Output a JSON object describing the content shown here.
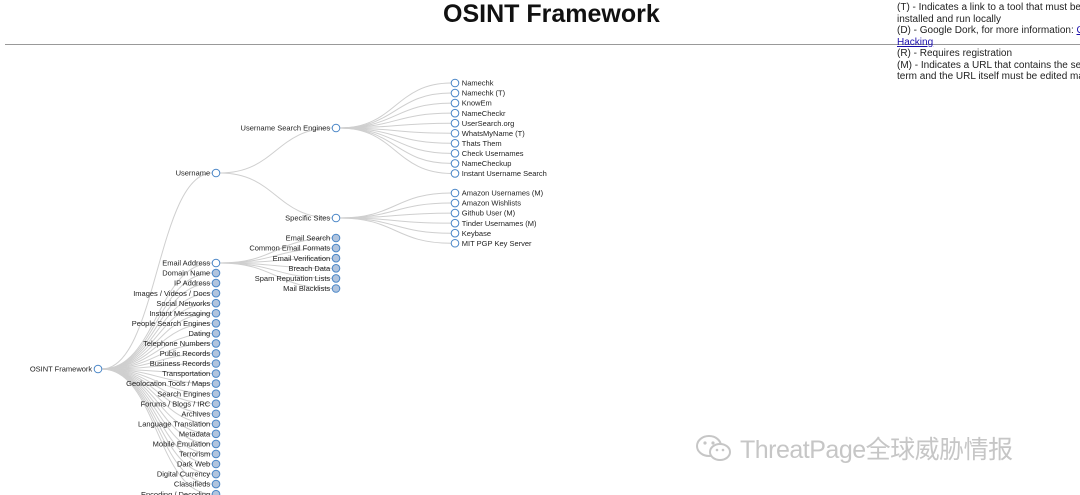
{
  "header": {
    "title": "OSINT Framework"
  },
  "legend": {
    "line1": "(T) - Indicates a link to a tool that must be",
    "line2": "installed and run locally",
    "line3_text": "(D) - Google Dork, for more information: ",
    "line3_link": "G",
    "line4_link": "Hacking",
    "line5": "(R) - Requires registration",
    "line6": "(M) - Indicates a URL that contains the se",
    "line7": "term and the URL itself must be edited ma"
  },
  "watermark": {
    "text": "ThreatPage全球威胁情报",
    "icon": "wechat-icon"
  },
  "colors": {
    "node_stroke": "#4a86c7",
    "collapsed_fill": "#b0c4de",
    "link": "#cfcfcf"
  },
  "tree": {
    "root": "OSINT Framework",
    "level1": [
      "Username",
      "Email Address",
      "Domain Name",
      "IP Address",
      "Images / Videos / Docs",
      "Social Networks",
      "Instant Messaging",
      "People Search Engines",
      "Dating",
      "Telephone Numbers",
      "Public Records",
      "Business Records",
      "Transportation",
      "Geolocation Tools / Maps",
      "Search Engines",
      "Forums / Blogs / IRC",
      "Archives",
      "Language Translation",
      "Metadata",
      "Mobile Emulation",
      "Terrorism",
      "Dark Web",
      "Digital Currency",
      "Classifieds",
      "Encoding / Decoding"
    ],
    "username_children": [
      "Username Search Engines",
      "Specific Sites"
    ],
    "username_search_engines": [
      "Namechk",
      "Namechk (T)",
      "KnowEm",
      "NameCheckr",
      "UserSearch.org",
      "WhatsMyName (T)",
      "Thats Them",
      "Check Usernames",
      "NameCheckup",
      "Instant Username Search"
    ],
    "specific_sites": [
      "Amazon Usernames (M)",
      "Amazon Wishlists",
      "Github User (M)",
      "Tinder Usernames (M)",
      "Keybase",
      "MIT PGP Key Server"
    ],
    "email_children": [
      "Email Search",
      "Common Email Formats",
      "Email Verification",
      "Breach Data",
      "Spam Reputation Lists",
      "Mail Blacklists"
    ]
  }
}
